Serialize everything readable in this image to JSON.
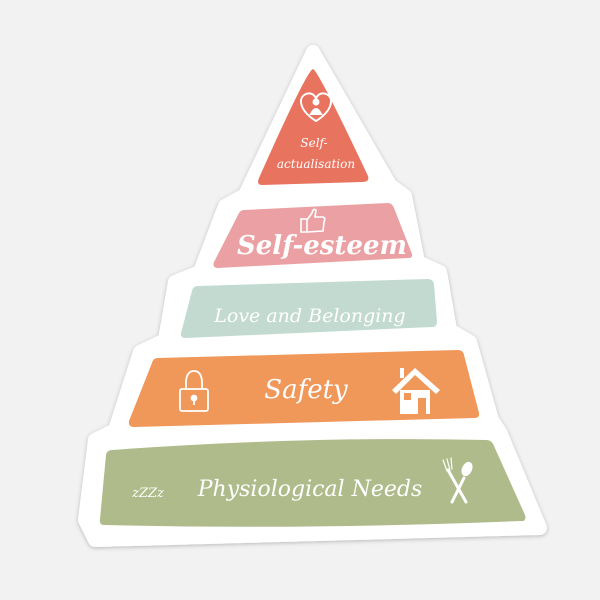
{
  "pyramid": {
    "levels": [
      {
        "label_line1": "Self-",
        "label_line2": "actualisation",
        "color": "#e8735f",
        "icon": "heart-person-icon"
      },
      {
        "label": "Self-esteem",
        "color": "#eba1a3",
        "icon": "thumbs-up-icon"
      },
      {
        "label": "Love and Belonging",
        "color": "#c3dad1",
        "icon": "heart-icon"
      },
      {
        "label": "Safety",
        "color": "#f0975a",
        "icons": [
          "padlock-icon",
          "house-icon"
        ]
      },
      {
        "label": "Physiological Needs",
        "color": "#afbb8a",
        "icons": [
          "sleep-zzz-icon",
          "fork-spoon-icon"
        ]
      }
    ],
    "sleep_text": "zZZz",
    "outline_color": "#ffffff"
  }
}
